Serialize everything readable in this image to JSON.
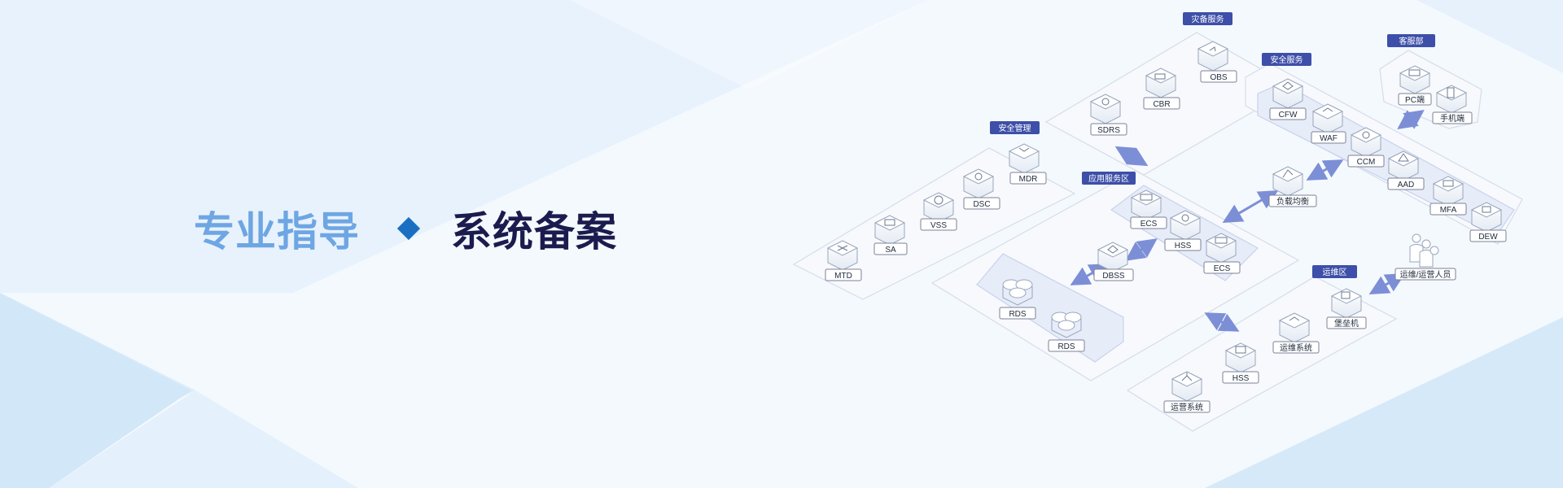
{
  "headline": {
    "left": "专业指导",
    "right": "系统备案"
  },
  "diagram": {
    "zones": {
      "disaster": "灾备服务",
      "security_service": "安全服务",
      "customer": "客服部",
      "security_mgmt": "安全管理",
      "app_zone": "应用服务区",
      "ops_zone": "运维区"
    },
    "nodes": {
      "obs": "OBS",
      "cbr": "CBR",
      "sdrs": "SDRS",
      "cfw": "CFW",
      "waf": "WAF",
      "ccm": "CCM",
      "aad": "AAD",
      "mfa": "MFA",
      "dew": "DEW",
      "pc": "PC端",
      "mobile": "手机端",
      "mdr": "MDR",
      "dsc": "DSC",
      "vss": "VSS",
      "sa": "SA",
      "mtd": "MTD",
      "ecs1": "ECS",
      "hss1": "HSS",
      "ecs2": "ECS",
      "dbss": "DBSS",
      "rds1": "RDS",
      "rds2": "RDS",
      "lb": "负载均衡",
      "bastion": "堡垒机",
      "ops_sys": "运维系统",
      "hss2": "HSS",
      "operate_sys": "运营系统",
      "staff": "运维/运营人员"
    }
  }
}
